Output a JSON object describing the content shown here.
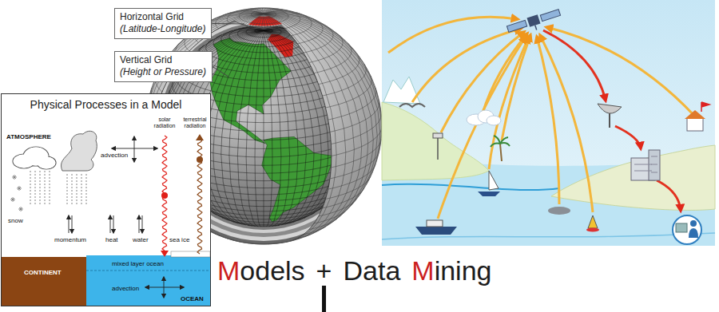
{
  "diagram": {
    "nodes": [
      {
        "text": [
          "Horizontal Grid",
          "(Latitude-Longitude)"
        ]
      },
      {
        "text": [
          "Vertical Grid",
          "(Height or Pressure)"
        ]
      },
      {
        "text": [
          "Physical Processes in a Model"
        ]
      }
    ],
    "labels": [
      "ATMOSPHERE",
      "solar radiation",
      "terrestrial radiation",
      "advection",
      "snow",
      "momentum",
      "heat",
      "water",
      "sea ice",
      "CONTINENT",
      "mixed layer ocean",
      "advection",
      "OCEAN",
      "Models",
      "+",
      "Data",
      "Mining"
    ]
  }
}
